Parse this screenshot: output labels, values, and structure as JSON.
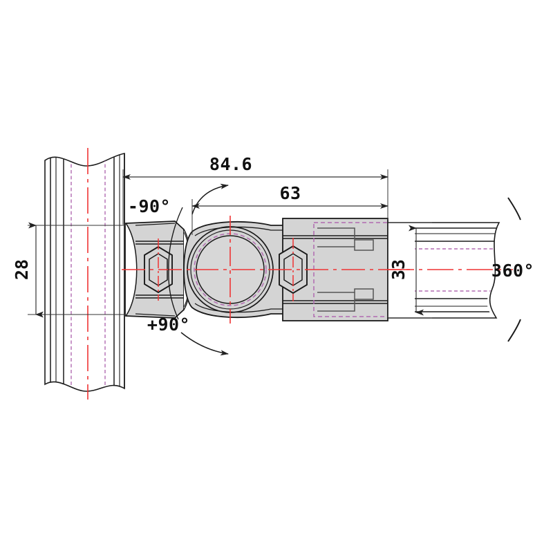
{
  "drawing": {
    "title": "Pipe joint connector technical drawing",
    "type": "engineering-cad-elevation",
    "background_color": "#ffffff",
    "line_color": "#1a1a1a",
    "fill_color": "#d4d4d4",
    "centerline_color": "#ef3333",
    "hidden_line_color": "#b06ab0",
    "dim_line_color": "#333333"
  },
  "dimensions": {
    "overall_length": "84.6",
    "arm_length": "63",
    "vertical_tube_width": "28",
    "horizontal_tube_width": "33"
  },
  "angles": {
    "negative_rotation": "-90°",
    "positive_rotation": "+90°",
    "full_rotation": "360°"
  },
  "labels": {
    "d_84_6": "84.6",
    "d_63": "63",
    "d_28": "28",
    "d_33": "33",
    "a_minus_90": "-90°",
    "a_plus_90": "+90°",
    "a_360": "360°"
  }
}
